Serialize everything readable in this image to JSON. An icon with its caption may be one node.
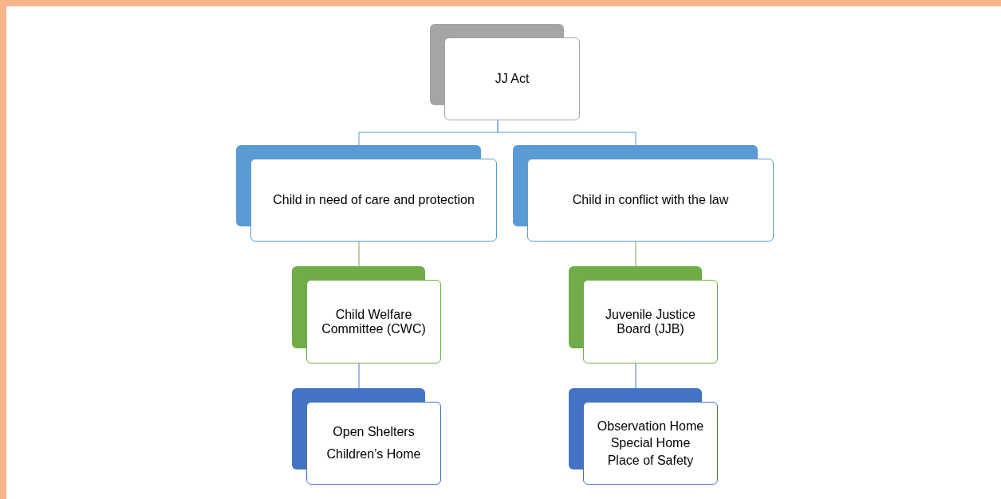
{
  "diagram": {
    "nodes": [
      {
        "text": [
          "JJ Act"
        ]
      },
      {
        "text": [
          "Child in need of care and protection"
        ]
      },
      {
        "text": [
          "Child in conflict with the law"
        ]
      },
      {
        "text": [
          "Child Welfare Committee (CWC)"
        ]
      },
      {
        "text": [
          "Juvenile Justice Board (JJB)"
        ]
      },
      {
        "text": [
          "Open Shelters",
          "Children’s Home"
        ]
      },
      {
        "text": [
          "Observation Home",
          "Special Home",
          "Place of Safety"
        ]
      }
    ],
    "edges": [
      {
        "from": 0,
        "to": 1,
        "arrow": "none"
      },
      {
        "from": 0,
        "to": 2,
        "arrow": "none"
      },
      {
        "from": 1,
        "to": 3,
        "arrow": "none",
        "color": "#70ad47"
      },
      {
        "from": 2,
        "to": 4,
        "arrow": "none",
        "color": "#70ad47"
      },
      {
        "from": 3,
        "to": 5,
        "arrow": "none",
        "color": "#4472c4"
      },
      {
        "from": 4,
        "to": 6,
        "arrow": "none",
        "color": "#4472c4"
      }
    ]
  }
}
